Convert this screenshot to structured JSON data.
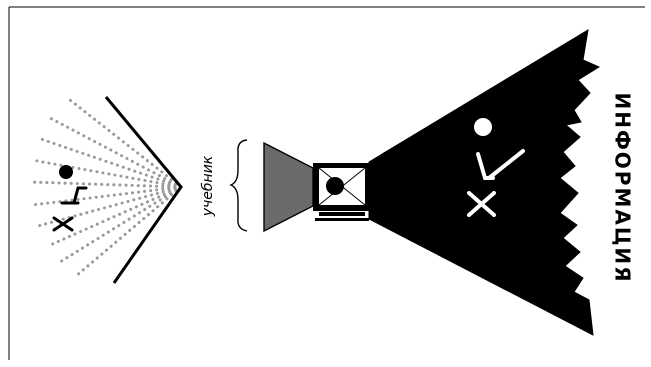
{
  "labels": {
    "textbook": "учебник",
    "information": "ИНФОРМАЦИЯ"
  },
  "colors": {
    "ink": "#000000",
    "grey_cone": "#6b6b6b",
    "dots": "#9a9a9a",
    "paper": "#ffffff"
  },
  "icons": {
    "large_figure": "stick-figure",
    "small_figure": "stick-figure",
    "screen": "monitor-screen"
  }
}
